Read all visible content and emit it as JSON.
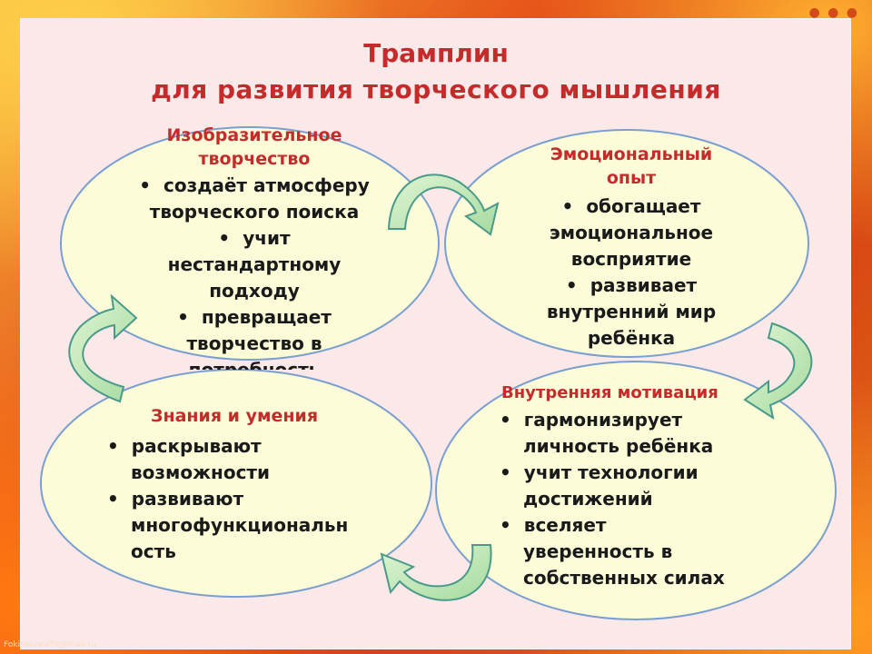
{
  "title": {
    "line1": "Трамплин",
    "line2": "для  развития творческого мышления"
  },
  "blocks": {
    "top_left": {
      "heading_1": "Изобразительное",
      "heading_2": "творчество",
      "lines": [
        "создаёт атмосферу",
        "творческого поиска",
        "учит",
        "нестандартному",
        "подходу",
        "превращает",
        "творчество в",
        "потребность"
      ]
    },
    "top_right": {
      "heading_1": "Эмоциональный",
      "heading_2": "опыт",
      "lines": [
        "обогащает",
        "эмоциональное",
        "восприятие",
        "развивает",
        "внутренний мир",
        "ребёнка"
      ]
    },
    "bottom_left": {
      "heading": "Знания и умения",
      "lines": [
        "раскрывают",
        "возможности",
        "развивают",
        "многофункциональн",
        "ость"
      ]
    },
    "bottom_right": {
      "heading": "Внутренняя мотивация",
      "lines": [
        "гармонизирует",
        "личность ребёнка",
        "учит технологии",
        "достижений",
        "вселяет",
        "уверенность в",
        "собственных силах"
      ]
    }
  },
  "credit": "FokinaLiwa79@mail.ru",
  "colors": {
    "heading": "#c52b2b",
    "ellipse_fill": "#fdfcd9",
    "ellipse_stroke": "#7a9fd0",
    "arrow_fill": "#bfe7b0",
    "arrow_stroke": "#4a9a8a"
  }
}
